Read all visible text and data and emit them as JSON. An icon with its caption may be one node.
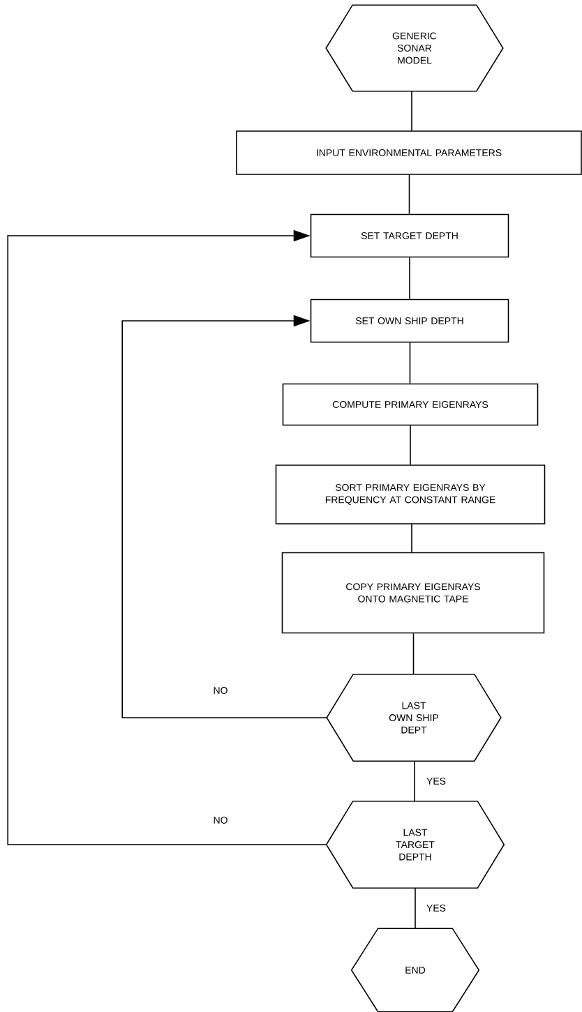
{
  "diagram": {
    "nodes": [
      {
        "text": [
          "GENERIC SONAR MODEL"
        ]
      },
      {
        "text": [
          "INPUT ENVIRONMENTAL PARAMETERS"
        ]
      },
      {
        "text": [
          "SET TARGET DEPTH"
        ]
      },
      {
        "text": [
          "SET OWN SHIP DEPTH"
        ]
      },
      {
        "text": [
          "COMPUTE PRIMARY EIGENRAYS"
        ]
      },
      {
        "text": [
          "SORT PRIMARY EIGENRAYS BY FREQUENCY AT CONSTANT RANGE"
        ]
      },
      {
        "text": [
          "COPY PRIMARY EIGENRAYS ONTO MAGNETIC TAPE"
        ]
      },
      {
        "text": [
          "LAST OWN SHIP DEPT"
        ]
      },
      {
        "text": [
          "LAST TARGET DEPTH"
        ]
      },
      {
        "text": [
          "END"
        ]
      }
    ],
    "edges": [
      {
        "from": 0,
        "to": 1,
        "arrow": "none"
      },
      {
        "from": 1,
        "to": 2,
        "arrow": "none"
      },
      {
        "from": 2,
        "to": 3,
        "arrow": "none"
      },
      {
        "from": 3,
        "to": 4,
        "arrow": "none"
      },
      {
        "from": 4,
        "to": 5,
        "arrow": "none"
      },
      {
        "from": 5,
        "to": 6,
        "arrow": "none"
      },
      {
        "from": 6,
        "to": 7,
        "arrow": "none"
      },
      {
        "from": 7,
        "to": 3,
        "arrow": "to",
        "label": "NO"
      },
      {
        "from": 7,
        "to": 8,
        "arrow": "none",
        "label": "YES"
      },
      {
        "from": 8,
        "to": 2,
        "arrow": "to",
        "label": "NO"
      },
      {
        "from": 8,
        "to": 9,
        "arrow": "none",
        "label": "YES"
      }
    ]
  }
}
